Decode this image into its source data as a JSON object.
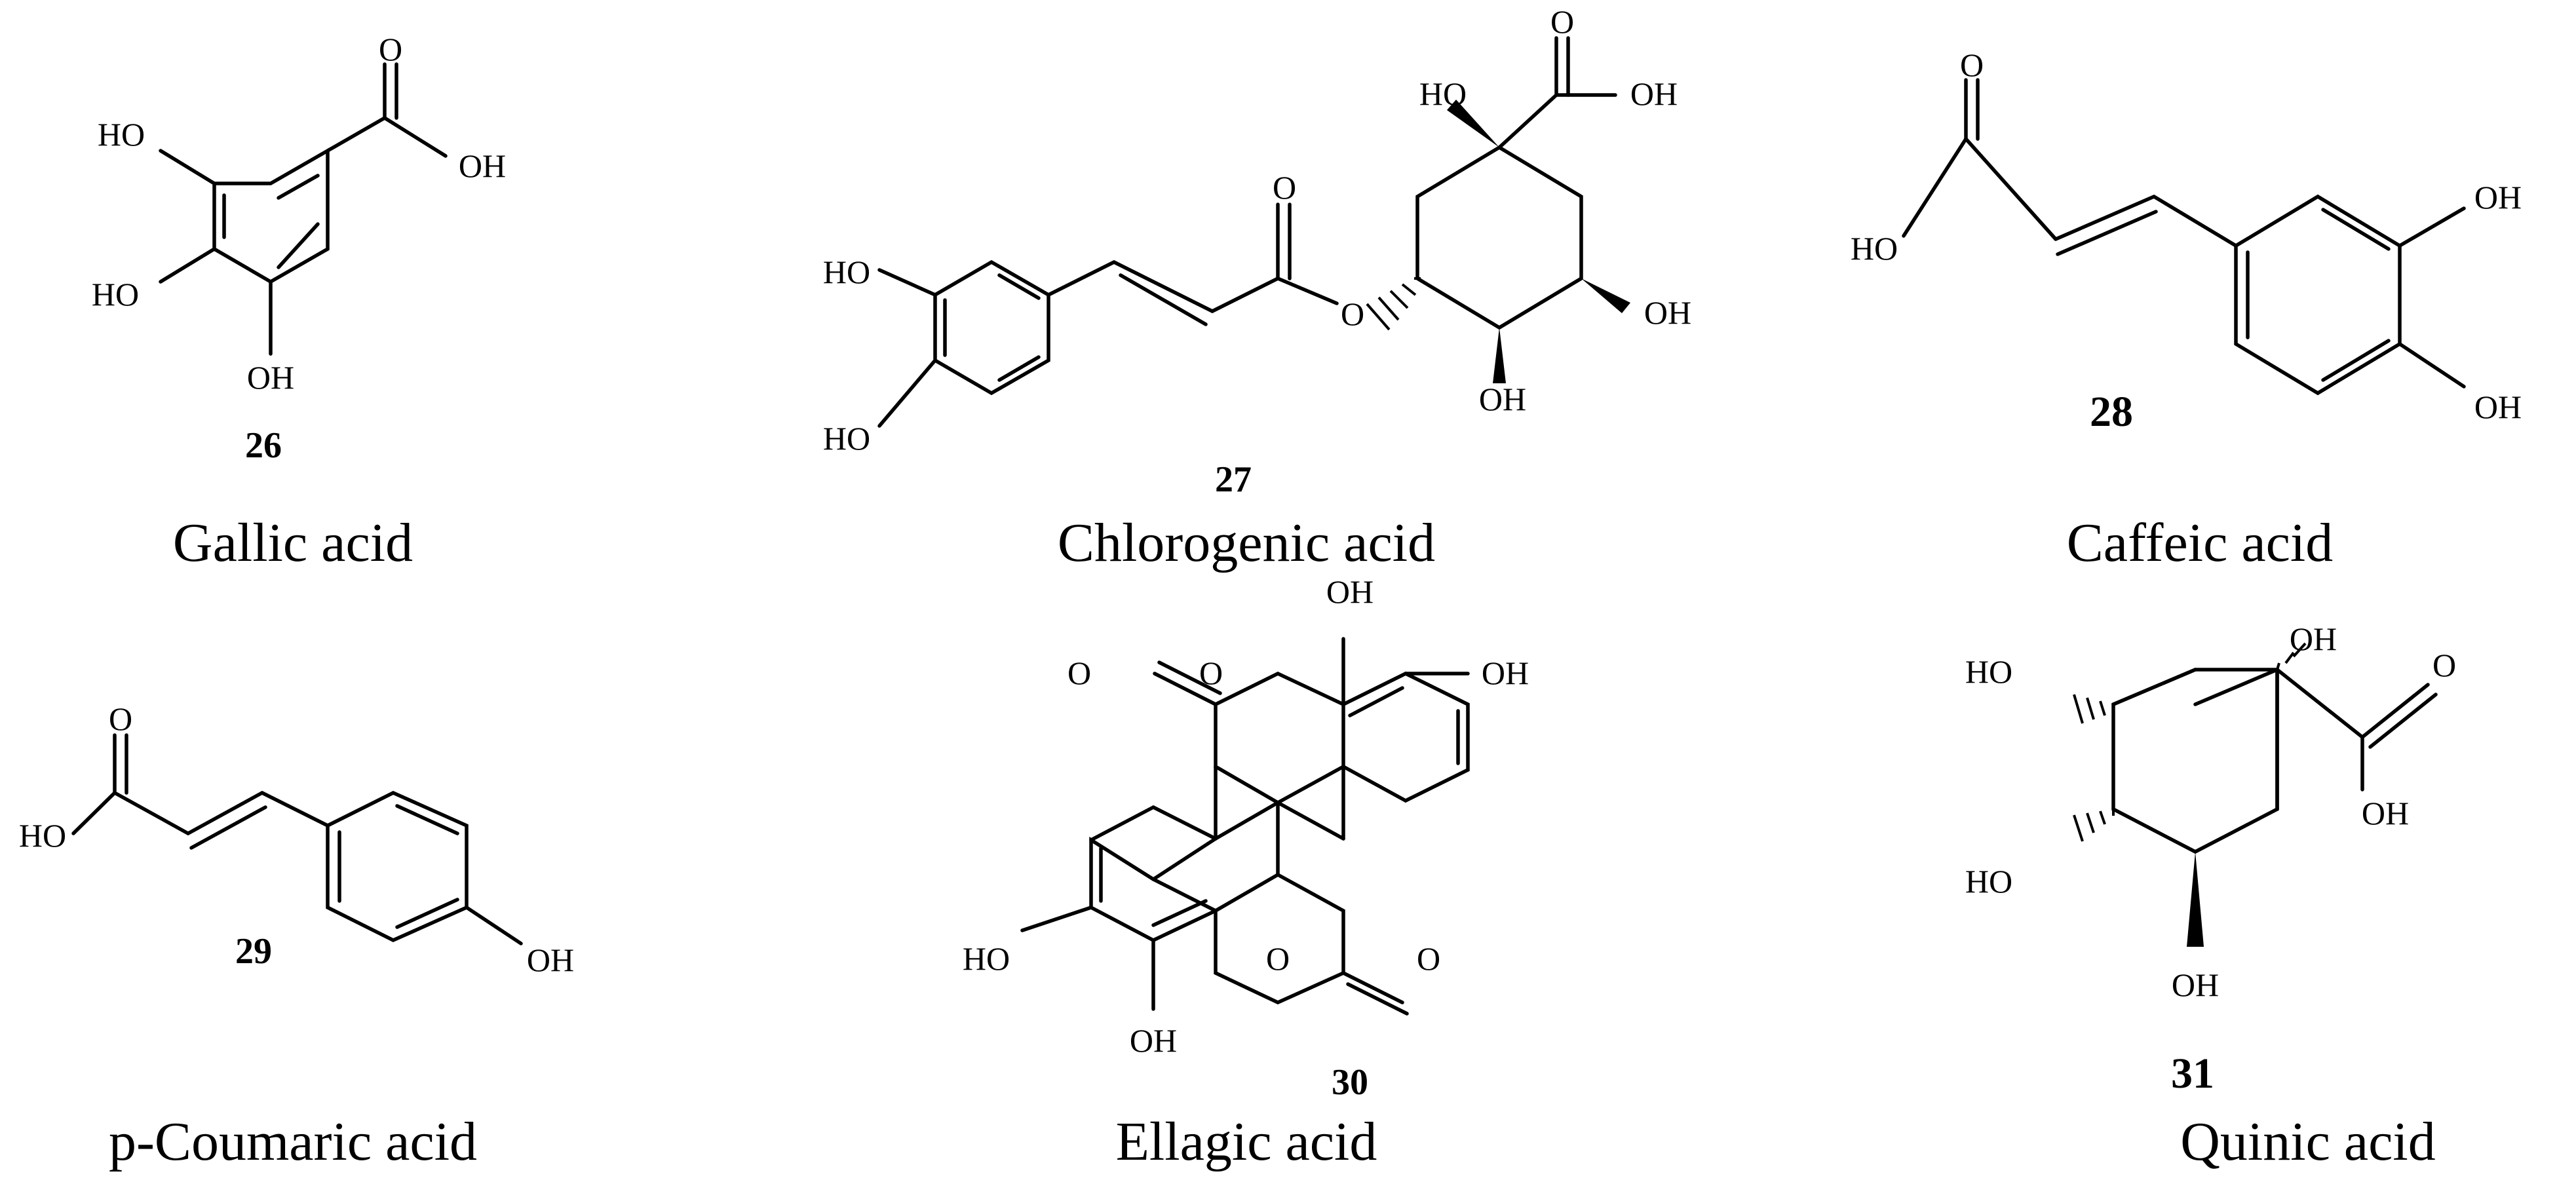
{
  "compounds": [
    {
      "number": "26",
      "name": "Gallic acid"
    },
    {
      "number": "27",
      "name": "Chlorogenic acid"
    },
    {
      "number": "28",
      "name": "Caffeic acid"
    },
    {
      "number": "29",
      "name": "p-Coumaric acid"
    },
    {
      "number": "30",
      "name": "Ellagic acid"
    },
    {
      "number": "31",
      "name": "Quinic acid"
    }
  ],
  "atoms": {
    "ho": "HO",
    "oh": "OH",
    "o": "O"
  }
}
